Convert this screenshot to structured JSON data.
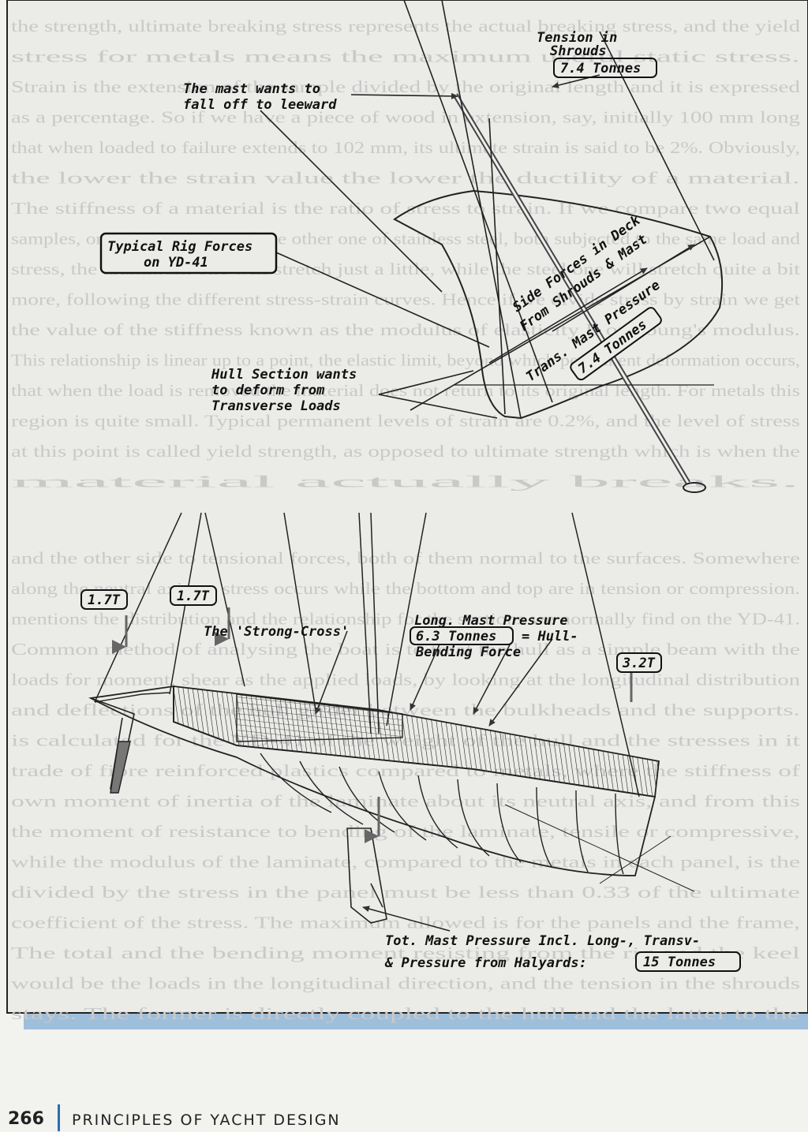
{
  "figure": {
    "labels": {
      "tension_title": "Tension in",
      "tension_title2": "Shrouds",
      "tension_value": "7.4 Tonnes",
      "mast_leeward_1": "The mast wants to",
      "mast_leeward_2": "fall off to leeward",
      "typical_1": "Typical Rig Forces",
      "typical_2": "on YD-41",
      "side_forces_1": "Side Forces in Deck",
      "side_forces_2": "From Shrouds & Mast",
      "trans_mast": "Trans. Mast Pressure",
      "trans_value": "7.4 Tonnes",
      "hull_section_1": "Hull Section wants",
      "hull_section_2": "to deform from",
      "hull_section_3": "Transverse Loads",
      "left_force_1": "1.7T",
      "left_force_2": "1.7T",
      "strong_cross": "The 'Strong-Cross'",
      "long_mast_1": "Long. Mast Pressure",
      "long_mast_value": "6.3 Tonnes",
      "long_mast_eq": "= Hull-",
      "long_mast_2": "Bending Force",
      "right_force": "3.2T",
      "tot_1": "Tot. Mast Pressure Incl. Long-, Transv-",
      "tot_2": "& Pressure from Halyards:",
      "tot_value": "15 Tonnes"
    },
    "ghost_text": [
      "the strength, ultimate breaking stress represents the actual breaking stress, and the yield",
      "stress for metals means the maximum useful static stress.",
      "Strain is the extension of the sample divided by the original length and it is expressed",
      "as a percentage. So if we have a piece of wood in extension, say, initially 100 mm long",
      "that when loaded to failure extends to 102 mm, its ultimate strain is said to be 2%. Obviously,",
      "the lower the strain value the lower the ductility of a material.",
      "The stiffness of a material is the ratio of stress to strain. If we compare two equal",
      "samples, one of aluminum and the other one of stainless steel, both subjected to the same load and",
      "stress, the aluminum one will stretch just a little, while the steel one will stretch quite a bit",
      "more, following the different stress-strain curves. Hence if we divide stress by strain we get",
      "the value of the stiffness known as the modulus of elasticity E or Young's modulus.",
      "This relationship is linear up to a point, the elastic limit, beyond which permanent deformation occurs,",
      "that when the load is removed the material does not return to its original length. For metals this",
      "region is quite small. Typical permanent levels of strain are 0.2%, and the level of stress",
      "at this point is called yield strength, as opposed to ultimate strength which is when the",
      "material actually breaks.",
      "",
      "and the other side to tensional forces, both of them normal to the surfaces. Somewhere",
      "along the neutral axis no stress occurs while the bottom and top are in tension or compression.",
      "mentions the distribution and the relationship for the sections we normally find on the YD-41.",
      "Common method of analysing the boat is to treat the hull as a simple beam with the",
      "loads for moment, shear as the applied loads, by looking at the longitudinal distribution",
      "and deflections of the hull girder between the bulkheads and the supports.",
      "is calculated for the YD-41 of the weight of the hull and the stresses in it",
      "trade of fibre reinforced plastics compared to metals, where the stiffness of",
      "own moment of inertia of the laminate about its neutral axis, and from this",
      "the moment of resistance to bending of the laminate, tensile or compressive,",
      "while the modulus of the laminate, compared to the metals in each panel, is the",
      "divided by the stress in the panel must be less than 0.33 of the ultimate",
      "coefficient of the stress. The maximum allowed is for the panels and the frame,",
      "The total and the bending moment resisting from the rig and the keel",
      "would be the loads in the longitudinal direction, and the tension in the shrouds",
      "stays. The former is directly coupled to the hull and the latter to the"
    ]
  },
  "footer": {
    "page_number": "266",
    "book_title": "PRINCIPLES OF YACHT DESIGN"
  }
}
